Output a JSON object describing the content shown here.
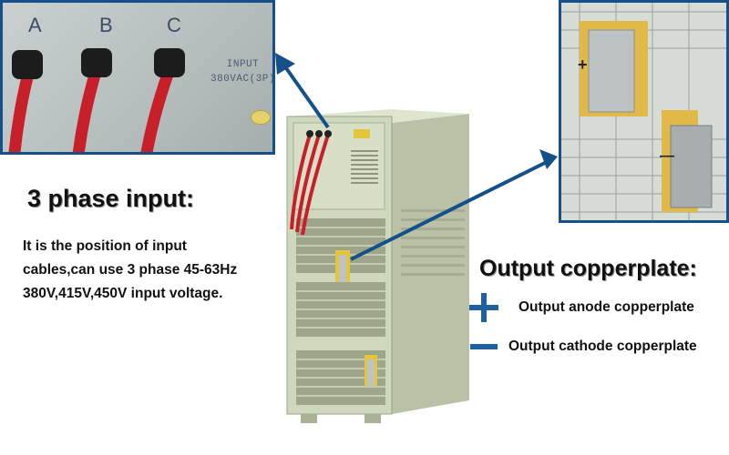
{
  "input_inset": {
    "phases": [
      "A",
      "B",
      "C"
    ],
    "label_line1": "INPUT",
    "label_line2": "380VAC(3P)"
  },
  "output_inset": {
    "plus_sign": "+",
    "minus_sign": "—"
  },
  "input_section": {
    "heading": "3 phase input:",
    "desc_line1": "It is the position of input",
    "desc_line2": "cables,can use 3 phase 45-63Hz",
    "desc_line3": "380V,415V,450V input voltage."
  },
  "output_section": {
    "heading": "Output copperplate:",
    "anode_label": "Output anode copperplate",
    "cathode_label": "Output cathode copperplate"
  },
  "colors": {
    "accent_blue": "#16508a",
    "cable_red": "#c8202b",
    "cabinet_green": "#cfd8bd"
  }
}
